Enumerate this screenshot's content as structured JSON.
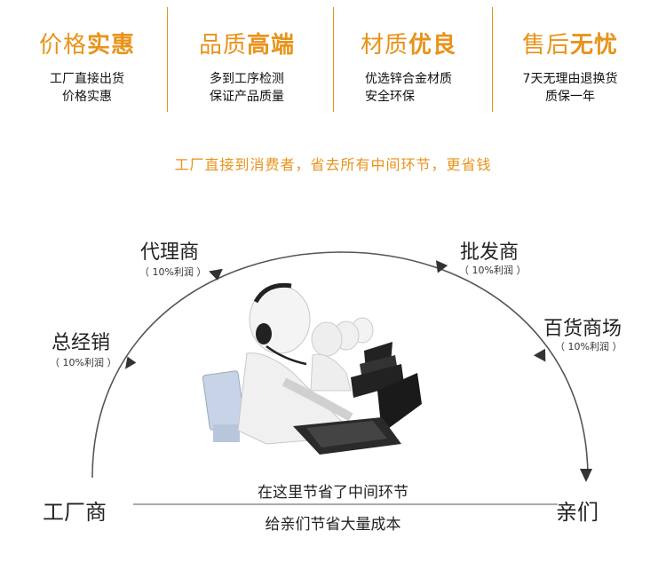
{
  "features": [
    {
      "title_normal": "价格",
      "title_bold": "实惠",
      "lines": [
        "工厂直接出货",
        "价格实惠"
      ]
    },
    {
      "title_normal": "品质",
      "title_bold": "高端",
      "lines": [
        "多到工序检测",
        "保证产品质量"
      ]
    },
    {
      "title_normal": "材质",
      "title_bold": "优良",
      "lines": [
        "优选锌合金材质",
        "安全环保"
      ]
    },
    {
      "title_normal": "售后",
      "title_bold": "无忧",
      "lines": [
        "7天无理由退换货",
        "质保一年"
      ]
    }
  ],
  "slogan": "工厂直接到消费者，省去所有中间环节，更省钱",
  "chain": {
    "start": "工厂商",
    "end": "亲们",
    "nodes": [
      {
        "name": "总经销",
        "profit": "（ 10%利润 ）"
      },
      {
        "name": "代理商",
        "profit": "（ 10%利润 ）"
      },
      {
        "name": "批发商",
        "profit": "（ 10%利润 ）"
      },
      {
        "name": "百货商场",
        "profit": "（ 10%利润 ）"
      }
    ]
  },
  "savings_line1": "在这里节省了中间环节",
  "savings_line2": "给亲们节省大量成本",
  "colors": {
    "accent": "#e8931a",
    "text": "#222222",
    "arc": "#555555"
  }
}
